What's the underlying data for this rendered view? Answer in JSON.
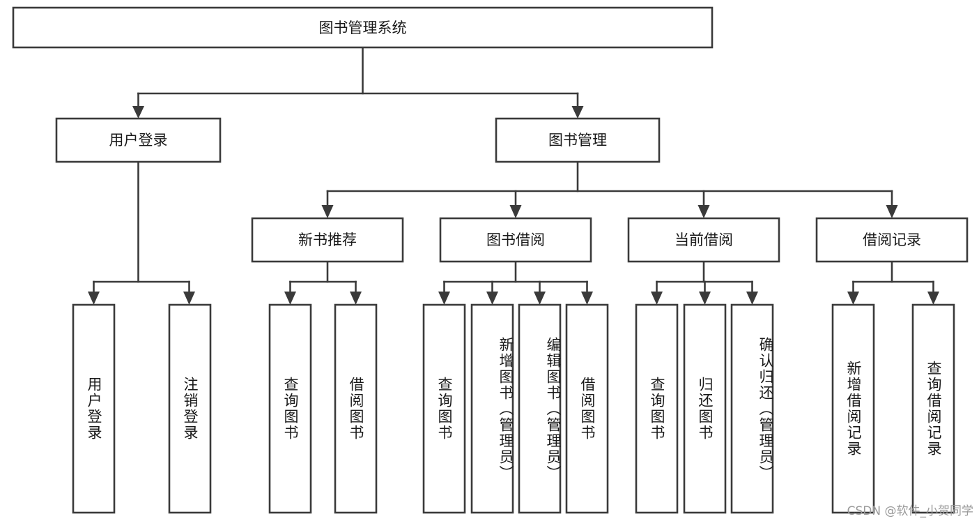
{
  "diagram": {
    "title": "图书管理系统",
    "type": "tree",
    "orientation": "top-down",
    "colors": {
      "box_stroke": "#3a3a3a",
      "box_fill": "#ffffff",
      "connector": "#3a3a3a",
      "text": "#1a1a1a",
      "background": "#ffffff",
      "watermark": "#9a9a9a"
    },
    "root": {
      "label": "图书管理系统"
    },
    "level2": [
      {
        "label": "用户登录"
      },
      {
        "label": "图书管理"
      }
    ],
    "level3": [
      {
        "label": "新书推荐"
      },
      {
        "label": "图书借阅"
      },
      {
        "label": "当前借阅"
      },
      {
        "label": "借阅记录"
      }
    ],
    "leaves": {
      "user_login": [
        {
          "label": "用户登录"
        },
        {
          "label": "注销登录"
        }
      ],
      "new_book_recommend": [
        {
          "label": "查询图书"
        },
        {
          "label": "借阅图书"
        }
      ],
      "book_borrow": [
        {
          "label": "查询图书"
        },
        {
          "label": "新增图书（管理员）"
        },
        {
          "label": "编辑图书（管理员）"
        },
        {
          "label": "借阅图书"
        }
      ],
      "current_borrow": [
        {
          "label": "查询图书"
        },
        {
          "label": "归还图书"
        },
        {
          "label": "确认归还（管理员）"
        }
      ],
      "borrow_records": [
        {
          "label": "新增借阅记录"
        },
        {
          "label": "查询借阅记录"
        }
      ]
    }
  },
  "watermark": {
    "text": "CSDN @软件_小贺同学"
  }
}
